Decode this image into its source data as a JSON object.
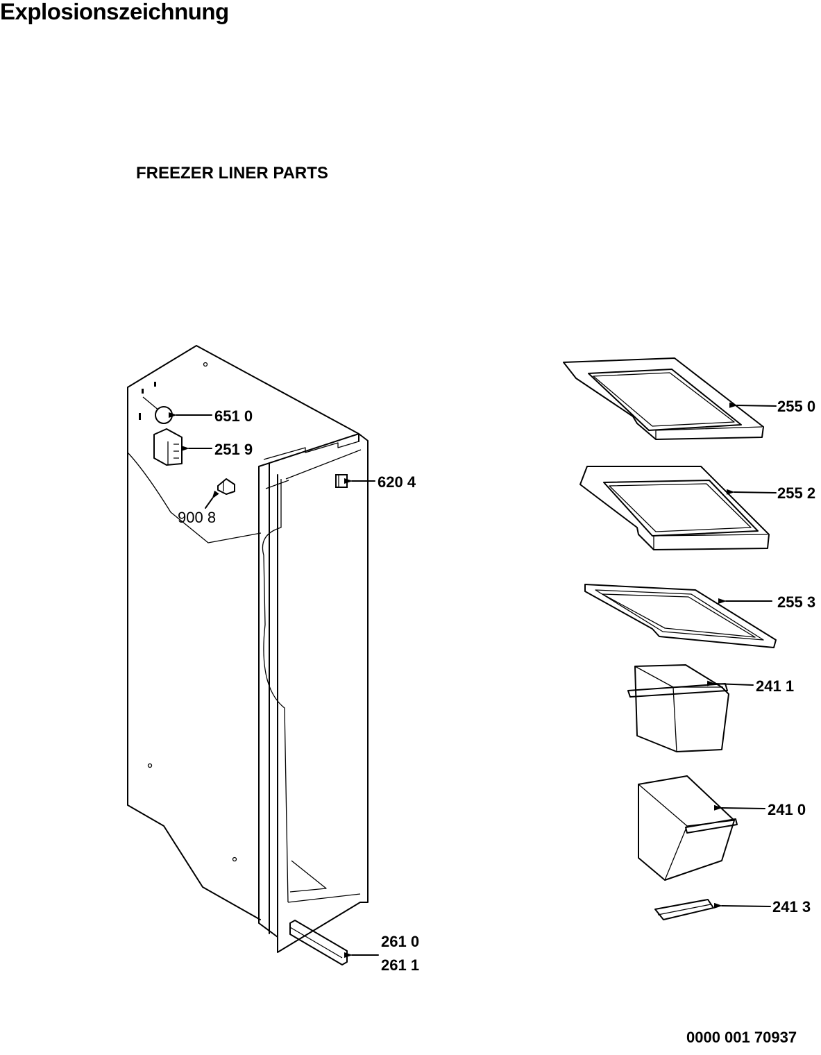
{
  "header": {
    "title": "Explosionszeichnung",
    "section": "FREEZER LINER PARTS"
  },
  "footer": {
    "document_number": "0000 001 70937"
  },
  "parts": [
    {
      "id": "p6510",
      "label": "651 0"
    },
    {
      "id": "p2519",
      "label": "251 9"
    },
    {
      "id": "p6204",
      "label": "620 4"
    },
    {
      "id": "p9008",
      "label": "900 8"
    },
    {
      "id": "p2610",
      "label": "261 0"
    },
    {
      "id": "p2611",
      "label": "261 1"
    },
    {
      "id": "p2550",
      "label": "255 0"
    },
    {
      "id": "p2552",
      "label": "255 2"
    },
    {
      "id": "p2553",
      "label": "255 3"
    },
    {
      "id": "p2411",
      "label": "241 1"
    },
    {
      "id": "p2410",
      "label": "241 0"
    },
    {
      "id": "p2413",
      "label": "241 3"
    }
  ]
}
